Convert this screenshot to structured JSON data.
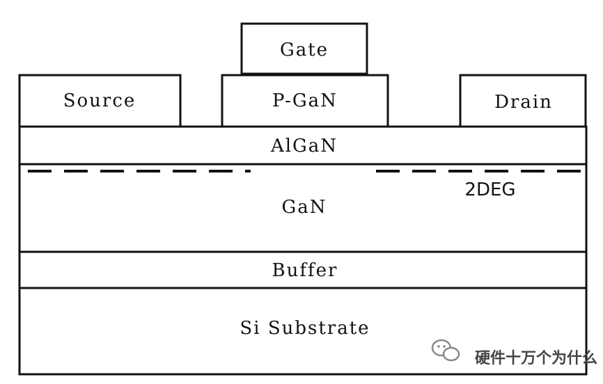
{
  "layers": {
    "gate": "Gate",
    "source": "Source",
    "p_gan": "P-GaN",
    "drain": "Drain",
    "algan": "AlGaN",
    "gan": "GaN",
    "two_deg": "2DEG",
    "buffer": "Buffer",
    "substrate": "Si Substrate"
  },
  "watermark": {
    "text": "硬件十万个为什么",
    "icon": "wechat-icon"
  }
}
